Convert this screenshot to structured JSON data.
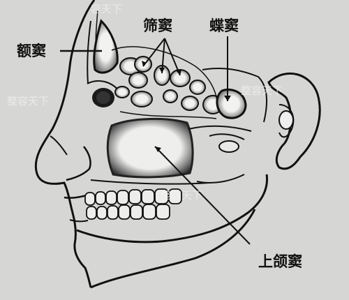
{
  "labels": {
    "frontal": "额窦",
    "ethmoid": "筛窦",
    "sphenoid": "蝶窦",
    "maxillary": "上颌窦"
  },
  "watermarks": {
    "tl": "整容天下",
    "tr": "整容天下",
    "mid": "整容天下",
    "top": "容天下"
  },
  "colors": {
    "background": "#d6d6d4",
    "ink": "#111111",
    "sinus_fill": "#eeeeec",
    "shadow": "#3a3a3a"
  }
}
